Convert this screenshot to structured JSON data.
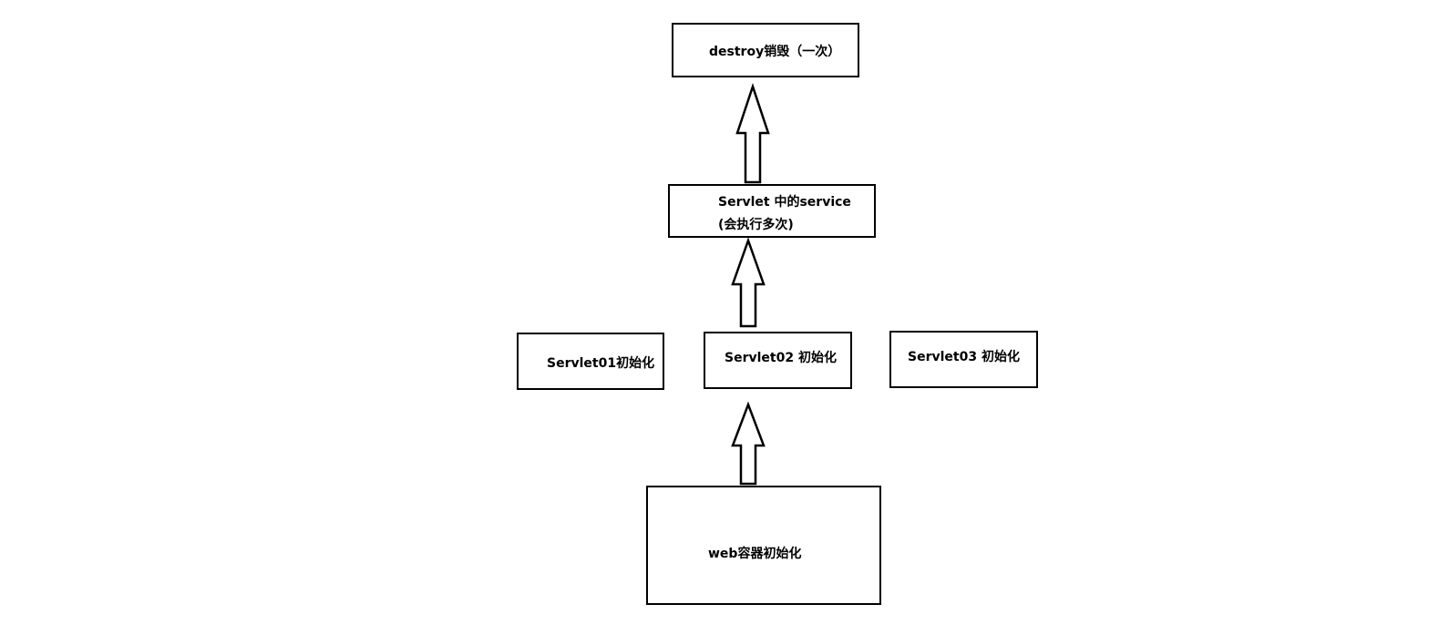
{
  "diagram": {
    "destroy": {
      "text": "destroy销毁（一次）"
    },
    "service": {
      "line1": "Servlet 中的service",
      "line2": "(会执行多次)"
    },
    "servlet01": {
      "text": "Servlet01初始化"
    },
    "servlet02": {
      "text": "Servlet02  初始化"
    },
    "servlet03": {
      "text": "Servlet03  初始化"
    },
    "web_container": {
      "text": "web容器初始化"
    }
  },
  "colors": {
    "stroke": "#000000",
    "background": "#ffffff"
  }
}
